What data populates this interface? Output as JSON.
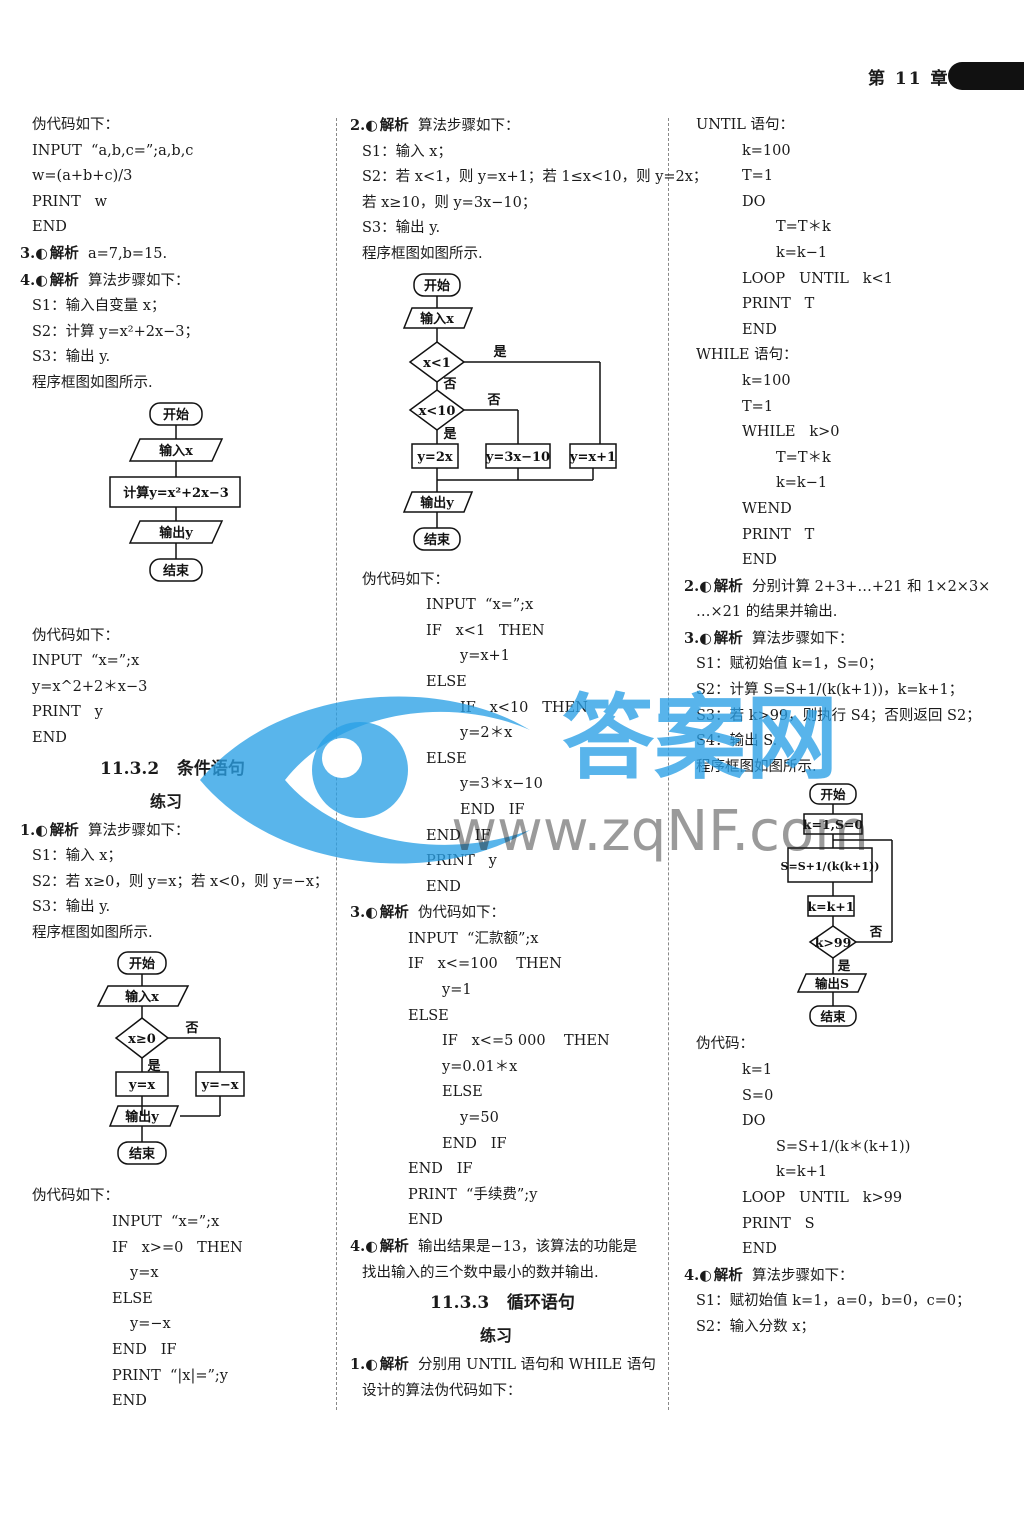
{
  "header": {
    "chapter": "第 11 章"
  },
  "col1": {
    "l1": "伪代码如下：",
    "l2": "INPUT  “a,b,c=”;a,b,c",
    "l3": "w=(a+b+c)/3",
    "l4": "PRINT   w",
    "l5": "END",
    "q3_num": "3.",
    "q3_tag": "解析",
    "q3_text": "  a=7,b=15.",
    "q4_num": "4.",
    "q4_tag": "解析",
    "q4_text": "  算法步骤如下：",
    "q4_s1": "S1：输入自变量 x；",
    "q4_s2": "S2：计算 y=x²+2x−3；",
    "q4_s3": "S3：输出 y.",
    "q4_fig": "程序框图如图所示.",
    "fc1": {
      "start": "开始",
      "input": "输入x",
      "calc": "计算y=x²+2x−3",
      "output": "输出y",
      "end": "结束"
    },
    "p1": "伪代码如下：",
    "p2": "INPUT  “x=”;x",
    "p3": "y=x^2+2＊x−3",
    "p4": "PRINT   y",
    "p5": "END",
    "sec_title": "11.3.2   条件语句",
    "sub_title": "练习",
    "r1_num": "1.",
    "r1_tag": "解析",
    "r1_text": "  算法步骤如下：",
    "r1_s1": "S1：输入 x；",
    "r1_s2": "S2：若 x≥0，则 y=x；若 x<0，则 y=−x；",
    "r1_s3": "S3：输出 y.",
    "r1_fig": "程序框图如图所示.",
    "fc2": {
      "start": "开始",
      "input": "输入x",
      "cond": "x≥0",
      "no": "否",
      "yes": "是",
      "b1": "y=x",
      "b2": "y=−x",
      "output": "输出y",
      "end": "结束"
    },
    "q1": "伪代码如下：",
    "q2": "INPUT  “x=”;x",
    "q3": "IF   x>=0   THEN",
    "q4": "y=x",
    "q5": "ELSE",
    "q6": "y=−x",
    "q7": "END   IF",
    "q8": "PRINT  “|x|=”;y",
    "q9": "END"
  },
  "col2": {
    "a_num": "2.",
    "a_tag": "解析",
    "a_text": "  算法步骤如下：",
    "a_s1": "S1：输入 x；",
    "a_s2": "S2：若 x<1，则 y=x+1；若 1≤x<10，则 y=2x；",
    "a_s2b": "若 x≥10，则 y=3x−10；",
    "a_s3": "S3：输出 y.",
    "a_fig": "程序框图如图所示.",
    "fc3": {
      "start": "开始",
      "input": "输入x",
      "c1": "x<1",
      "c2": "x<10",
      "yes": "是",
      "no": "否",
      "b1": "y=2x",
      "b2": "y=3x−10",
      "b3": "y=x+1",
      "output": "输出y",
      "end": "结束"
    },
    "b1": "伪代码如下：",
    "b2": "INPUT  “x=”;x",
    "b3": "IF   x<1   THEN",
    "b4": "y=x+1",
    "b5": "ELSE",
    "b6": "IF   x<10   THEN",
    "b7": "y=2＊x",
    "b8": "ELSE",
    "b9": "y=3＊x−10",
    "b10": "END   IF",
    "b11": "END   IF",
    "b12": "PRINT   y",
    "b13": "END",
    "c_num": "3.",
    "c_tag": "解析",
    "c_text": "  伪代码如下：",
    "c1": "INPUT  “汇款额”;x",
    "c2": "IF   x<=100    THEN",
    "c3": "y=1",
    "c4": "ELSE",
    "c5": "IF   x<=5 000    THEN",
    "c6": "y=0.01＊x",
    "c7": "ELSE",
    "c8": "y=50",
    "c9": "END   IF",
    "c10": "END   IF",
    "c11": "PRINT  “手续费”;y",
    "c12": "END",
    "d_num": "4.",
    "d_tag": "解析",
    "d_text": "  输出结果是−13，该算法的功能是",
    "d_text2": "找出输入的三个数中最小的数并输出.",
    "sec_title": "11.3.3   循环语句",
    "sub_title": "练习",
    "e_num": "1.",
    "e_tag": "解析",
    "e_text": "  分别用 UNTIL 语句和 WHILE 语句",
    "e_text2": "设计的算法伪代码如下："
  },
  "col3": {
    "u0": "UNTIL 语句：",
    "u1": "k=100",
    "u2": "T=1",
    "u3": "DO",
    "u4": "T=T＊k",
    "u5": "k=k−1",
    "u6": "LOOP   UNTIL   k<1",
    "u7": "PRINT   T",
    "u8": "END",
    "w0": "WHILE 语句：",
    "w1": "k=100",
    "w2": "T=1",
    "w3": "WHILE   k>0",
    "w4": "T=T＊k",
    "w5": "k=k−1",
    "w6": "WEND",
    "w7": "PRINT   T",
    "w8": "END",
    "f_num": "2.",
    "f_tag": "解析",
    "f_text": "  分别计算 2+3+…+21 和 1×2×3×",
    "f_text2": "…×21 的结果并输出.",
    "g_num": "3.",
    "g_tag": "解析",
    "g_text": "  算法步骤如下：",
    "g_s1": "S1：赋初始值 k=1，S=0；",
    "g_s2": "S2：计算 S=S+1/(k(k+1))，k=k+1；",
    "g_s3": "S3：若 k>99，则执行 S4；否则返回 S2；",
    "g_s4": "S4：输出 S.",
    "g_fig": "程序框图如图所示.",
    "fc4": {
      "start": "开始",
      "init": "k=1,S=0",
      "calc": "S=S+1/(k(k+1))",
      "inc": "k=k+1",
      "cond": "k>99",
      "no": "否",
      "yes": "是",
      "output": "输出S",
      "end": "结束"
    },
    "h0": "伪代码：",
    "h1": "k=1",
    "h2": "S=0",
    "h3": "DO",
    "h4": "S=S+1/(k＊(k+1))",
    "h5": "k=k+1",
    "h6": "LOOP   UNTIL   k>99",
    "h7": "PRINT   S",
    "h8": "END",
    "j_num": "4.",
    "j_tag": "解析",
    "j_text": "  算法步骤如下：",
    "j_s1": "S1：赋初始值 k=1，a=0，b=0，c=0；",
    "j_s2": "S2：输入分数 x；"
  },
  "watermark": {
    "brand": "答案网",
    "url": "www.zqNF.com"
  }
}
